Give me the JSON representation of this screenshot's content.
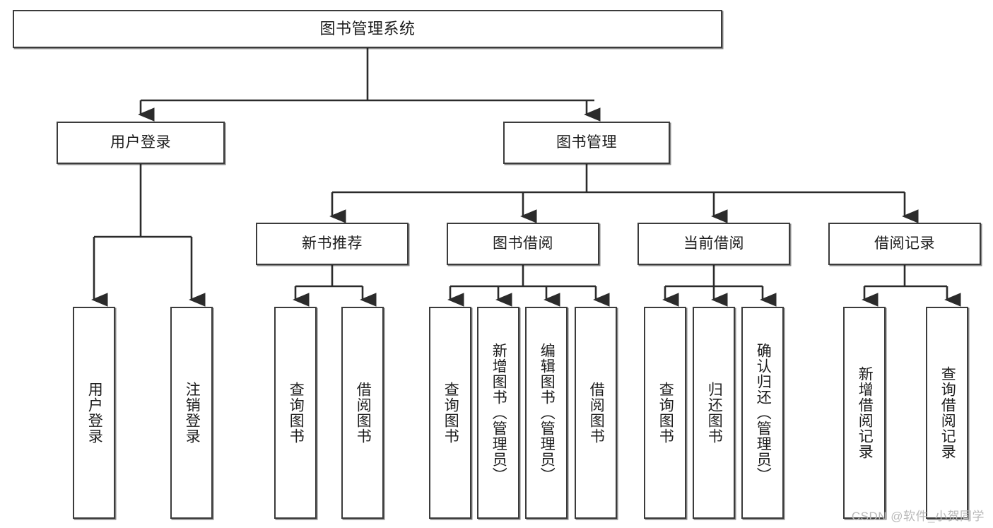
{
  "diagram": {
    "type": "tree-hierarchy",
    "title": "图书管理系统",
    "watermark": "CSDN @软件_小贺同学",
    "colors": {
      "box_border": "#3b3b3b",
      "box_fill": "#ffffff",
      "connector": "#2b2b2b",
      "text": "#1d1d1d",
      "watermark": "#b9b9b9",
      "background": "#ffffff"
    },
    "nodes": {
      "root": {
        "label": "图书管理系统"
      },
      "level1": [
        {
          "label": "用户登录"
        },
        {
          "label": "图书管理"
        }
      ],
      "level2": [
        {
          "label": "新书推荐"
        },
        {
          "label": "图书借阅"
        },
        {
          "label": "当前借阅"
        },
        {
          "label": "借阅记录"
        }
      ],
      "leaves": {
        "user_login": [
          {
            "label": "用户登录"
          },
          {
            "label": "注销登录"
          }
        ],
        "new_book_recommend": [
          {
            "label": "查询图书"
          },
          {
            "label": "借阅图书"
          }
        ],
        "book_borrow": [
          {
            "label": "查询图书"
          },
          {
            "label": "新增图书（管理员）"
          },
          {
            "label": "编辑图书（管理员）"
          },
          {
            "label": "借阅图书"
          }
        ],
        "current_borrow": [
          {
            "label": "查询图书"
          },
          {
            "label": "归还图书"
          },
          {
            "label": "确认归还（管理员）"
          }
        ],
        "borrow_record": [
          {
            "label": "新增借阅记录"
          },
          {
            "label": "查询借阅记录"
          }
        ]
      }
    }
  }
}
